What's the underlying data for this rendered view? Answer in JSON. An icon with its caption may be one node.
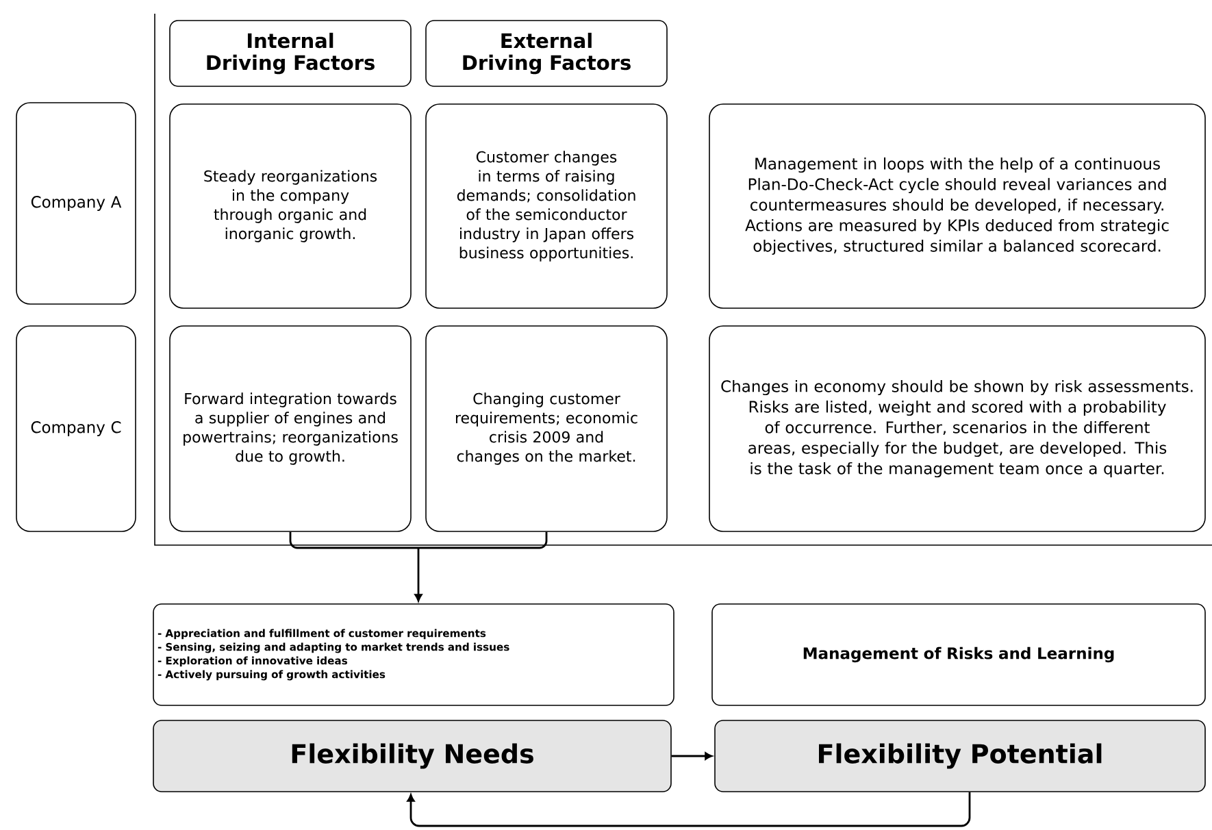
{
  "diagram": {
    "nodes": [
      {
        "text": [
          "Company A"
        ]
      },
      {
        "text": [
          "Company C"
        ]
      },
      {
        "text": [
          "Internal Driving Factors"
        ]
      },
      {
        "text": [
          "External Driving Factors"
        ]
      },
      {
        "text": [
          "Steady reorganizations in the company through organic and inorganic growth."
        ]
      },
      {
        "text": [
          "Customer changes in terms of raising demands; consolidation of the semiconductor industry in Japan offers business opportunities."
        ]
      },
      {
        "text": [
          "Management in loops with the help of a continuous Plan-Do-Check-Act cycle should reveal variances and countermeasures should be developed, if necessary. Actions are measured by KPIs deduced from strategic objectives, structured similar a balanced scorecard."
        ]
      },
      {
        "text": [
          "Forward integration towards a supplier of engines and powertrains; reorganizations due to growth."
        ]
      },
      {
        "text": [
          "Changing customer requirements; economic crisis 2009 and changes on the market."
        ]
      },
      {
        "text": [
          "Changes in economy should be shown by risk assessments. Risks are listed, weight and scored with a probability of occurrence. Further, scenarios in the different areas, especially for the budget, are developed. This is the task of the management team once a quarter."
        ]
      },
      {
        "text": [
          "- Appreciation and fulfillment of customer requirements",
          "- Sensing, seizing and adapting to market trends and issues",
          "- Exploration of innovative ideas",
          "- Actively pursuing of growth activities"
        ]
      },
      {
        "text": [
          "Management of Risks and Learning"
        ]
      },
      {
        "text": [
          "Flexibility Needs"
        ]
      },
      {
        "text": [
          "Flexibility Potential"
        ]
      }
    ],
    "edges": [
      {
        "from": 7,
        "to": 10,
        "arrow": "to"
      },
      {
        "from": 8,
        "to": 10,
        "arrow": "to"
      },
      {
        "from": 12,
        "to": 13,
        "arrow": "to"
      },
      {
        "from": 13,
        "to": 12,
        "arrow": "to"
      }
    ]
  }
}
